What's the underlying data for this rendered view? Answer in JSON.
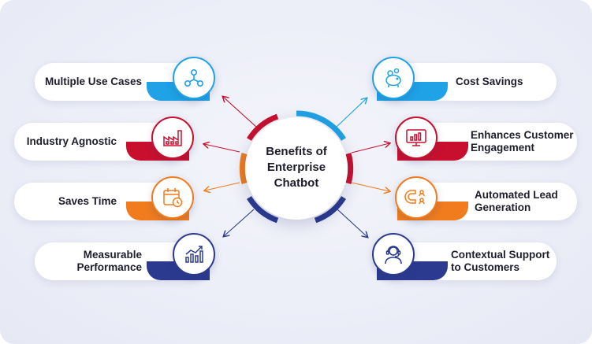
{
  "center": {
    "title": "Benefits of Enterprise Chatbot"
  },
  "colors": {
    "blue": "#1fa2e6",
    "red": "#c8102e",
    "orange": "#f07c1e",
    "navy": "#2b3a8f"
  },
  "benefits_left": [
    {
      "label": "Multiple Use Cases",
      "icon": "network-icon",
      "color": "#1fa2e6"
    },
    {
      "label": "Industry Agnostic",
      "icon": "factory-icon",
      "color": "#c8102e"
    },
    {
      "label": "Saves Time",
      "icon": "calendar-clock-icon",
      "color": "#f07c1e"
    },
    {
      "label": "Measurable Performance",
      "icon": "growth-chart-icon",
      "color": "#2b3a8f"
    }
  ],
  "benefits_right": [
    {
      "label": "Cost Savings",
      "icon": "piggy-bank-icon",
      "color": "#1fa2e6"
    },
    {
      "label": "Enhances Customer Engagement",
      "icon": "monitor-chart-icon",
      "color": "#c8102e"
    },
    {
      "label": "Automated Lead Generation",
      "icon": "magnet-icon",
      "color": "#f07c1e"
    },
    {
      "label": "Contextual Support to Customers",
      "icon": "support-agent-icon",
      "color": "#2b3a8f"
    }
  ]
}
